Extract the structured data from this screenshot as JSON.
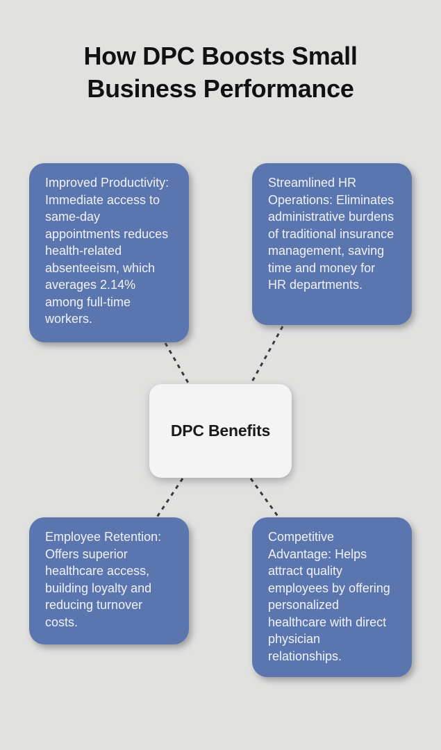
{
  "title": "How DPC Boosts Small Business Performance",
  "center": {
    "id": "dpc-benefits",
    "label": "DPC Benefits"
  },
  "nodes": [
    {
      "id": "improved-productivity",
      "position": "top-left",
      "text": "Improved Productivity: Immediate access to same-day appointments reduces health-related absenteeism, which averages 2.14% among full-time workers."
    },
    {
      "id": "streamlined-hr-operations",
      "position": "top-right",
      "text": "Streamlined HR Operations: Eliminates administrative burdens of traditional insurance management, saving time and money for HR departments."
    },
    {
      "id": "employee-retention",
      "position": "bottom-left",
      "text": "Employee Retention: Offers superior healthcare access, building loyalty and reducing turnover costs."
    },
    {
      "id": "competitive-advantage",
      "position": "bottom-right",
      "text": "Competitive Advantage: Helps attract quality employees by offering personalized healthcare with direct physician relationships."
    }
  ],
  "connections": [
    {
      "from": "dpc-benefits",
      "to": "improved-productivity",
      "style": "dashed"
    },
    {
      "from": "dpc-benefits",
      "to": "streamlined-hr-operations",
      "style": "dashed"
    },
    {
      "from": "dpc-benefits",
      "to": "employee-retention",
      "style": "dashed"
    },
    {
      "from": "dpc-benefits",
      "to": "competitive-advantage",
      "style": "dashed"
    }
  ],
  "colors": {
    "background": "#E1E1E0",
    "card_blue": "#5B76AE",
    "card_text": "#EFF2F7",
    "center_card": "#F4F4F4",
    "title_text": "#111111",
    "connector": "#3A3A3A"
  }
}
